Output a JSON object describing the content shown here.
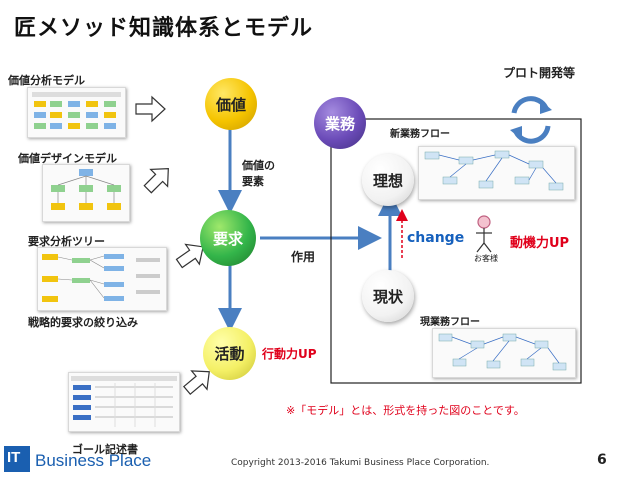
{
  "title": "匠メソッド知識体系とモデル",
  "left_labels": {
    "value_analysis": "価値分析モデル",
    "value_design": "価値デザインモデル",
    "requirement_tree": "要求分析ツリー",
    "strategic_narrowing": "戦略的要求の絞り込み",
    "goal_statement": "ゴール記述書"
  },
  "nodes": {
    "value": "価値",
    "requirement": "要求",
    "activity": "活動",
    "business": "業務",
    "ideal": "理想",
    "current": "現状"
  },
  "labels": {
    "value_elements": "価値の\n要素",
    "action": "作用",
    "action_up": "行動力UP",
    "prototype": "プロト開発等",
    "new_flow": "新業務フロー",
    "current_flow": "現業務フロー",
    "change": "change",
    "customer": "お客様",
    "motivation_up": "動機力UP",
    "note": "※「モデル」とは、形式を持った図のことです。"
  },
  "footer": {
    "logo_it": "IT",
    "logo_text": "Business Place",
    "copyright": "Copyright  2013-2016 Takumi Business Place Corporation.",
    "page": "6"
  },
  "colors": {
    "gold": "#f5c400",
    "green": "#33b54a",
    "yellow": "#f4f066",
    "purple": "#6b4bb8",
    "red": "#e0001b",
    "blue": "#1560bd",
    "arrow_blue": "#4a7fc1"
  }
}
